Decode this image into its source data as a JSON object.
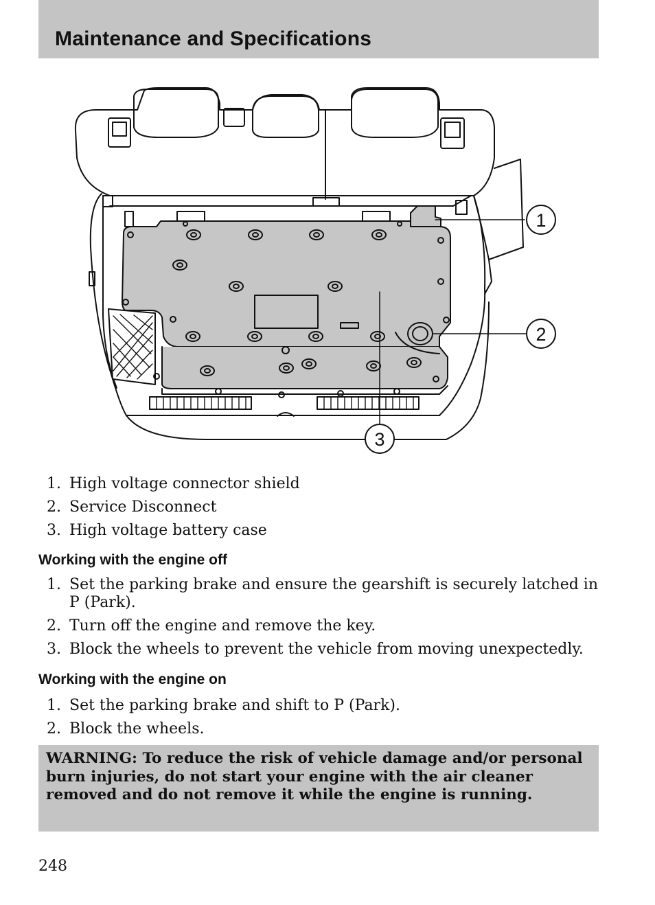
{
  "header": {
    "title": "Maintenance and Specifications"
  },
  "figure": {
    "callouts": [
      {
        "number": "1"
      },
      {
        "number": "2"
      },
      {
        "number": "3"
      }
    ]
  },
  "legend": [
    {
      "number": "1.",
      "text": "High voltage connector shield"
    },
    {
      "number": "2.",
      "text": "Service Disconnect"
    },
    {
      "number": "3.",
      "text": "High voltage battery case"
    }
  ],
  "sections": {
    "engine_off": {
      "heading": "Working with the engine off",
      "steps": [
        {
          "number": "1.",
          "text": "Set the parking brake and ensure the gearshift is securely latched in P (Park)."
        },
        {
          "number": "2.",
          "text": "Turn off the engine and remove the key."
        },
        {
          "number": "3.",
          "text": "Block the wheels to prevent the vehicle from moving unexpectedly."
        }
      ]
    },
    "engine_on": {
      "heading": "Working with the engine on",
      "steps": [
        {
          "number": "1.",
          "text": "Set the parking brake and shift to P (Park)."
        },
        {
          "number": "2.",
          "text": "Block the wheels."
        }
      ]
    }
  },
  "warning": {
    "text": "WARNING:  To reduce the risk of vehicle damage and/or personal burn injuries, do not start your engine with the air cleaner removed and do not remove it while the engine is running."
  },
  "footer": {
    "page_number": "248"
  }
}
